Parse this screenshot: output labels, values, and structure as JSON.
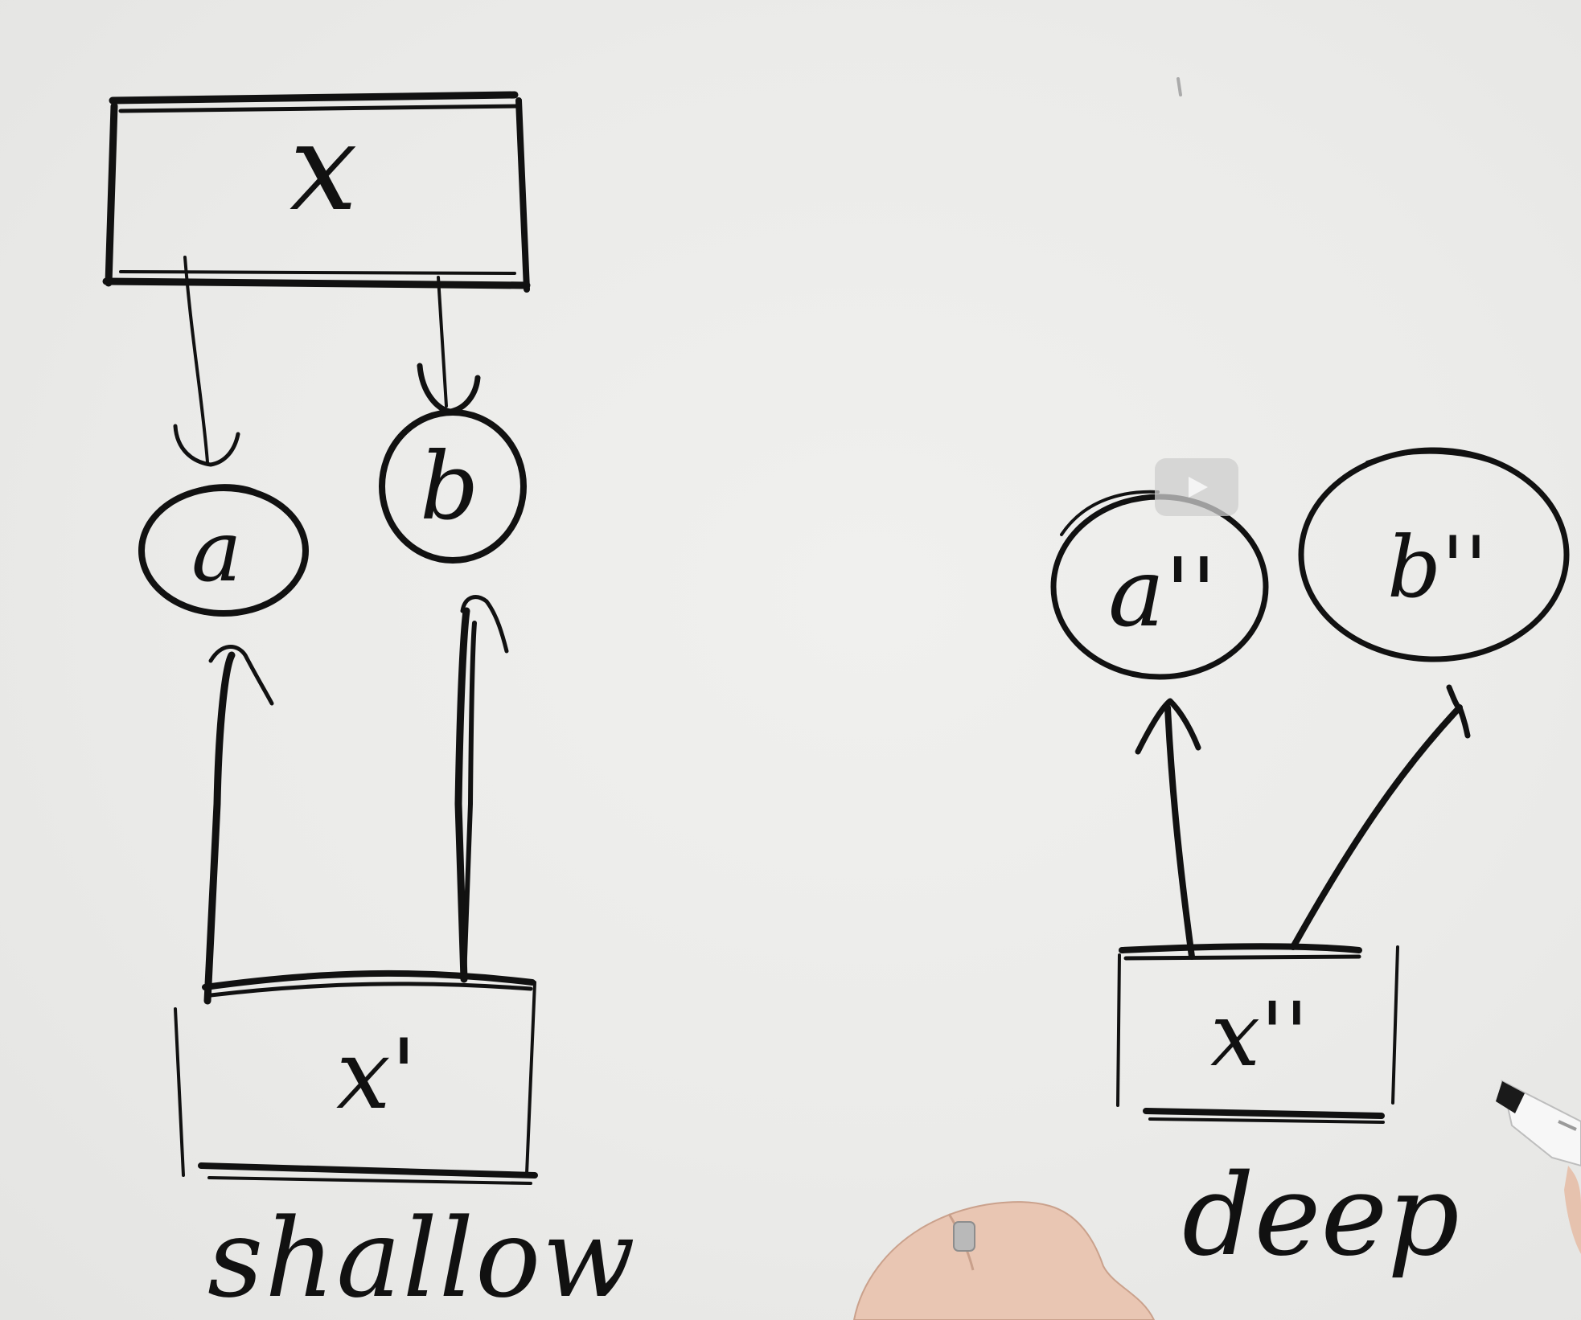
{
  "whiteboard": {
    "shallow": {
      "source_box_label": "x",
      "node_a_label": "a",
      "node_b_label": "b",
      "copy_box_label": "x'",
      "caption": "shallow"
    },
    "deep": {
      "node_a_label": "a''",
      "node_b_label": "b''",
      "copy_box_label": "x''",
      "caption": "deep"
    }
  },
  "video": {
    "play_icon": "play-icon"
  },
  "colors": {
    "ink": "#111111",
    "board": "#ededeb",
    "play_button": "#cdcdcd"
  }
}
